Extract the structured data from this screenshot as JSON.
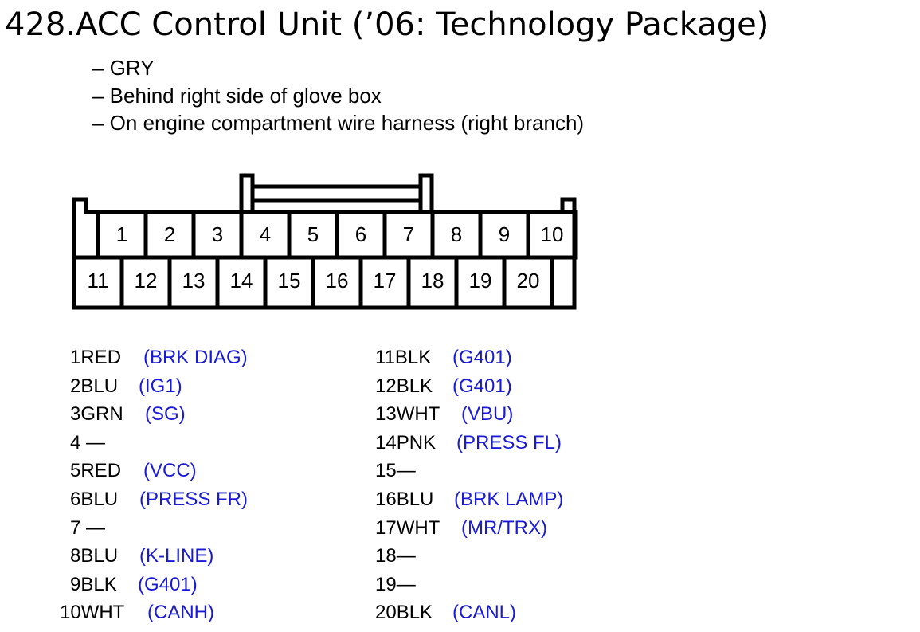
{
  "title": "428.ACC Control Unit (’06: Technology Package)",
  "notes": [
    "– GRY",
    "– Behind right side of glove box",
    "– On engine compartment wire harness (right branch)"
  ],
  "connector": {
    "top_row": [
      "1",
      "2",
      "3",
      "4",
      "5",
      "6",
      "7",
      "8",
      "9",
      "10"
    ],
    "bottom_row": [
      "11",
      "12",
      "13",
      "14",
      "15",
      "16",
      "17",
      "18",
      "19",
      "20"
    ]
  },
  "colors": {
    "signal": "#1a1ad6",
    "text": "#000000",
    "outline": "#000000"
  },
  "pins_left": [
    {
      "pin": "1RED",
      "signal": "(BRK DIAG)"
    },
    {
      "pin": "2BLU",
      "signal": "(IG1)"
    },
    {
      "pin": "3GRN",
      "signal": "(SG)"
    },
    {
      "pin": "4 —",
      "signal": ""
    },
    {
      "pin": "5RED",
      "signal": "(VCC)"
    },
    {
      "pin": "6BLU",
      "signal": "(PRESS FR)"
    },
    {
      "pin": "7 —",
      "signal": ""
    },
    {
      "pin": "8BLU",
      "signal": "(K-LINE)"
    },
    {
      "pin": "9BLK",
      "signal": "(G401)"
    },
    {
      "pin": "10WHT",
      "signal": "(CANH)"
    }
  ],
  "pins_right": [
    {
      "pin": "11BLK",
      "signal": "(G401)"
    },
    {
      "pin": "12BLK",
      "signal": "(G401)"
    },
    {
      "pin": "13WHT",
      "signal": "(VBU)"
    },
    {
      "pin": "14PNK",
      "signal": "(PRESS FL)"
    },
    {
      "pin": "15—",
      "signal": ""
    },
    {
      "pin": "16BLU",
      "signal": "(BRK LAMP)"
    },
    {
      "pin": "17WHT",
      "signal": "(MR/TRX)"
    },
    {
      "pin": "18—",
      "signal": ""
    },
    {
      "pin": "19—",
      "signal": ""
    },
    {
      "pin": "20BLK",
      "signal": "(CANL)"
    }
  ]
}
